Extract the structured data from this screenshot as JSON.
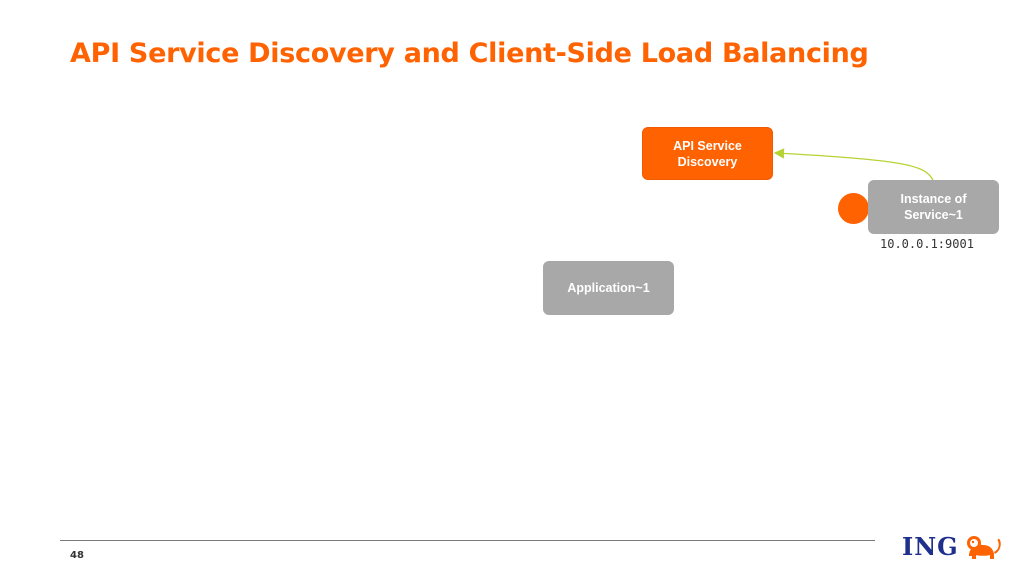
{
  "slide": {
    "title": "API Service Discovery and Client-Side Load Balancing",
    "page_number": "48"
  },
  "diagram": {
    "nodes": {
      "service_discovery": {
        "line1": "API Service",
        "line2": "Discovery"
      },
      "instance": {
        "line1": "Instance of",
        "line2": "Service~1",
        "address": "10.0.0.1:9001"
      },
      "application": {
        "label": "Application~1"
      }
    },
    "connector_color": "#b5d334"
  },
  "brand": {
    "name": "ING",
    "logo_icon": "lion-icon",
    "color": "#1e2f8c",
    "accent": "#ff6200"
  }
}
